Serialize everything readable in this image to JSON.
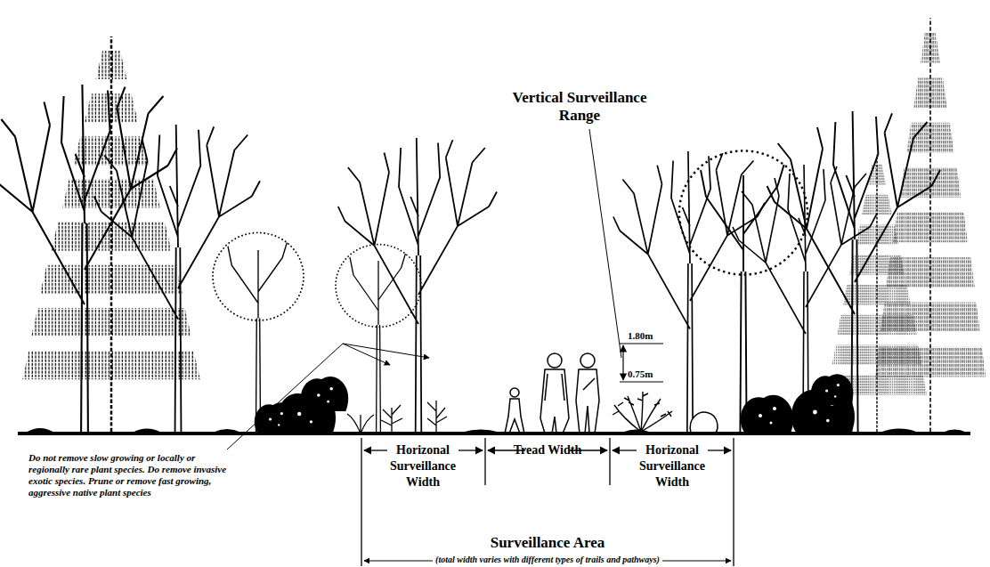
{
  "diagram": {
    "labels": [
      "Vertical Surveillance Range",
      "1.80m",
      "0.75m",
      "Horizonal Surveillance Width",
      "Tread Width",
      "Horizonal Surveillance Width",
      "Do not remove slow growing or locally or regionally rare plant species. Do remove invasive exotic species. Prune or remove fast growing, aggressive native plant species",
      "Surveillance Area",
      "(total width varies with different types of trails and pathways)"
    ]
  }
}
